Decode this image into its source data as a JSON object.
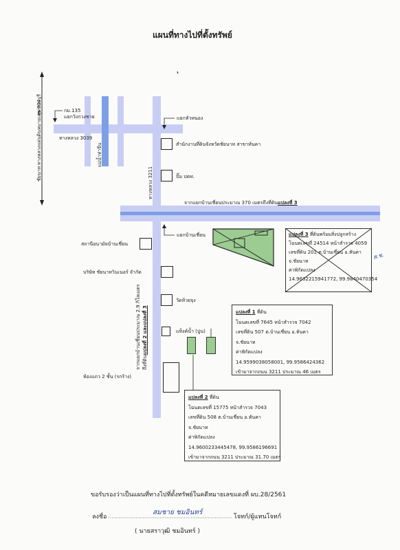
{
  "title": "แผนที่ทางไปที่ตั้งทรัพย์",
  "labels": {
    "km": "กม.135",
    "junction_wang_khwang_chai": "แยกวังกวงชาย",
    "road_3039": "ทางหลวง 3039",
    "road_304_left": "ชัยนาท",
    "road_304": "ทางหลวงแผ่นดินหมายเลข 304",
    "road_304_right": "สุพรรณบุรี",
    "river": "แม่น้ำท่าจีน",
    "junction_hua_nong": "แยกหัวหนอง",
    "land_office": "สำนักงานที่ดินจังหวัดชัยนาท สาขาหันคา",
    "ptt": "ปั๊ม ปตท.",
    "road_3211": "ทางหลวง 3211",
    "distance_plot3_prefix": "จากแยกบ้านเชี่ยนประมาณ  370  เมตรถึงที่ดิน",
    "distance_plot3_tag": "แปลงที่ 3",
    "junction_ban_chian": "แยกบ้านเชี่ยน",
    "school": "สถานีอนามัยบ้านเชี่ยน",
    "company": "บริษัท ชัยนาทวินเนอร์ จำกัด",
    "temple": "วัดห้วยจุง",
    "distance_vertical_line1": "จากแยกบ้านเชี่ยนประมาณ  2.9  กิโลเมตร",
    "distance_vertical_line2_prefix": "ถึงที่ดิน",
    "distance_vertical_line2_tag": "แปลงที่ 2 และแปลงที่ 3",
    "water_tank": "แท็งค์น้ำ (ปูน)",
    "rental": "ห้องแถว 2 ชั้น (รกร้าง)",
    "certify": "ขอรับรองว่าเป็นแผนที่ทางไปที่ตั้งทรัพย์ในคดีหมายเลขแดงที่ ผบ.28/2561",
    "sign_label": "ลงชื่อ",
    "signature": "สมชาย ชมอินทร์",
    "sign_role": "โจทก์/ผู้แทนโจทก์",
    "signer_name": "( นายสราวุฒิ  ชมอินทร์ )"
  },
  "plot1": {
    "tag": "แปลงที่ 1",
    "head_rest": "  ที่ดิน",
    "lines": [
      "โฉนดเลขที่  7645  หน้าสำรวจ  7042",
      "เลขที่ดิน  507  ต.บ้านเชี่ยน  อ.หันคา",
      "จ.ชัยนาท",
      "ค่าพิกัดแปลง",
      "14.9599038058001, 99.9586424362",
      "เข้ามาจากถนน  3211  ประมาณ  46  เมตร"
    ]
  },
  "plot2": {
    "tag": "แปลงที่ 2",
    "head_rest": "  ที่ดิน",
    "lines": [
      "โฉนดเลขที่  15775  หน้าสำรวจ  7043",
      "เลขที่ดิน  508  ต.บ้านเชี่ยน  อ.หันคา",
      "จ.ชัยนาท",
      "ค่าพิกัดแปลง",
      "14.9600233445478, 99.9586196691",
      "เข้ามาจากถนน  3211  ประมาณ  31.70  เมตร"
    ]
  },
  "plot3": {
    "tag": "แปลงที่ 3",
    "head_rest": "  ที่ดินพร้อมสิ่งปลูกสร้าง",
    "lines": [
      "โฉนดเลขที่  24514  หน้าสำรวจ  4059",
      "เลขที่ดิน  201  ต.บ้านเชี่ยน  อ.หันคา",
      "จ.ชัยนาท",
      "ค่าพิกัดแปลง",
      "14.9632215941772, 99.9840470354"
    ]
  },
  "colors": {
    "road": "#c8cdf3",
    "river": "#7d9fe6",
    "plot_fill": "#9ccc91"
  }
}
